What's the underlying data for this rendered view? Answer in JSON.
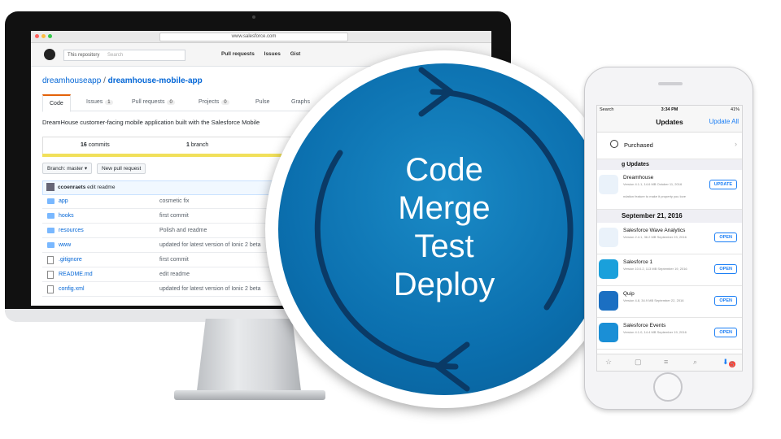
{
  "browser": {
    "url": "www.salesforce.com"
  },
  "github": {
    "scope_label": "This repository",
    "search_placeholder": "Search",
    "nav": [
      "Pull requests",
      "Issues",
      "Gist"
    ],
    "owner": "dreamhouseapp",
    "separator": "/",
    "repo": "dreamhouse-mobile-app",
    "tabs": [
      {
        "label": "Code",
        "count": ""
      },
      {
        "label": "Issues",
        "count": "1"
      },
      {
        "label": "Pull requests",
        "count": "0"
      },
      {
        "label": "Projects",
        "count": "0"
      },
      {
        "label": "Pulse",
        "count": ""
      },
      {
        "label": "Graphs",
        "count": ""
      }
    ],
    "description": "DreamHouse customer-facing mobile application built with the Salesforce Mobile",
    "commits": "16",
    "commits_label": "commits",
    "branches": "1",
    "branch_label": "branch",
    "branch_select": "Branch: master ▾",
    "new_pr": "New pull request",
    "latest_commit_user": "ccoenraets",
    "latest_commit_msg": "edit readme",
    "files": [
      {
        "name": "app",
        "type": "dir",
        "msg": "cosmetic fix"
      },
      {
        "name": "hooks",
        "type": "dir",
        "msg": "first commit"
      },
      {
        "name": "resources",
        "type": "dir",
        "msg": "Polish and readme"
      },
      {
        "name": "www",
        "type": "dir",
        "msg": "updated for latest version of Ionic 2 beta"
      },
      {
        "name": ".gitignore",
        "type": "doc",
        "msg": "first commit"
      },
      {
        "name": "README.md",
        "type": "doc",
        "msg": "edit readme"
      },
      {
        "name": "config.xml",
        "type": "doc",
        "msg": "updated for latest version of Ionic 2 beta"
      }
    ]
  },
  "center": {
    "words": [
      "Code",
      "Merge",
      "Test",
      "Deploy"
    ],
    "accent_color": "#0b6fae"
  },
  "phone": {
    "carrier": "Search",
    "time": "3:34 PM",
    "battery": "41%",
    "title": "Updates",
    "update_all": "Update All",
    "purchased": "Purchased",
    "pending_header": "g Updates",
    "date_header": "September 21, 2016",
    "apps": [
      {
        "name": "Dreamhouse",
        "sub": "Version 4.1.1, 14.6 MB  October 11, 2016",
        "extra": "ndation feature to make it  property you love",
        "button": "UPDATE"
      },
      {
        "name": "Salesforce Wave Analytics",
        "sub": "Version 2.4.1, 36.2 MB  September 23, 2016",
        "extra": "",
        "button": "OPEN"
      },
      {
        "name": "Salesforce 1",
        "sub": "Version 10.0.2, 113 MB  September 19, 2016",
        "extra": "",
        "button": "OPEN"
      },
      {
        "name": "Quip",
        "sub": "Version 4.8, 34.9 MB  September 22, 2016",
        "extra": "",
        "button": "OPEN"
      },
      {
        "name": "Salesforce Events",
        "sub": "Version 4.1.0, 14.4 MB  September 19, 2016",
        "extra": "",
        "button": "OPEN"
      }
    ],
    "badge": "5"
  }
}
